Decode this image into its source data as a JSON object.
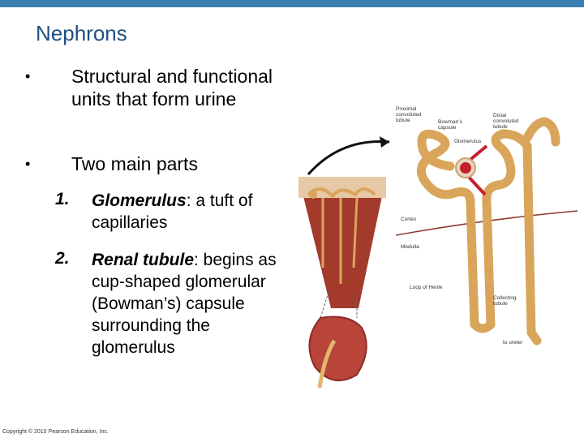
{
  "slide": {
    "title": "Nephrons",
    "bullets": [
      "Structural and functional units that form urine",
      "Two main parts"
    ],
    "sub_items": [
      {
        "number": "1.",
        "term": "Glomerulus",
        "text": ": a tuft of capillaries"
      },
      {
        "number": "2.",
        "term": "Renal tubule",
        "text": ": begins as cup-shaped glomerular (Bowman’s) capsule surrounding the glomerulus"
      }
    ],
    "copyright": "Copyright © 2010 Pearson Education, Inc."
  },
  "diagram": {
    "labels": {
      "proximal": [
        "Proximal",
        "convoluted",
        "tubule"
      ],
      "bowmans": [
        "Bowman’s",
        "capsule"
      ],
      "distal": [
        "Distal",
        "convoluted",
        "tubule"
      ],
      "glomerulus": "Glomerulus",
      "cortex": "Cortex",
      "medulla": "Medulla",
      "loop": "Loop of Henle",
      "collecting": [
        "Collecting",
        "tubule"
      ],
      "ureter": "to ureter"
    },
    "colors": {
      "tubule": "#d9a55a",
      "vessel": "#c8202a",
      "tissue": "#a33a2c",
      "accent": "#1f4f82"
    }
  }
}
